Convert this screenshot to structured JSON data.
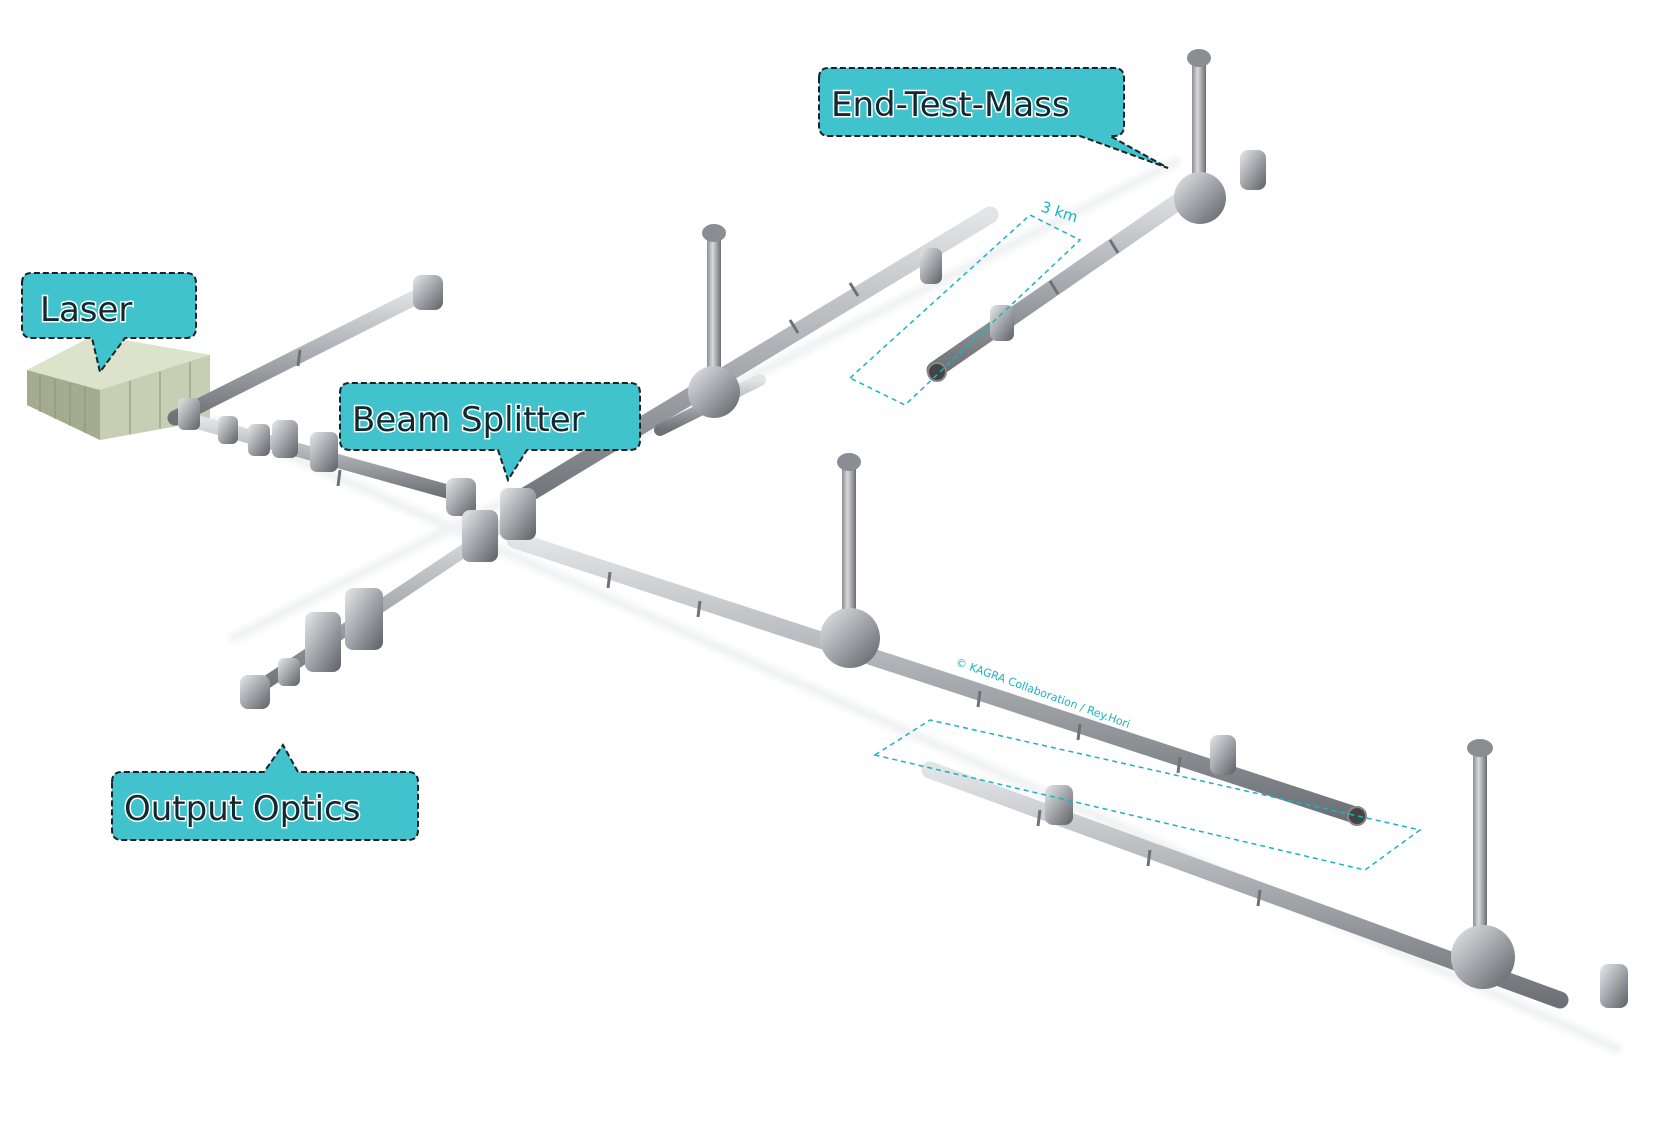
{
  "labels": {
    "laser": "Laser",
    "beam_splitter": "Beam Splitter",
    "end_test_mass": "End-Test-Mass",
    "output_optics": "Output Optics"
  },
  "annotations": {
    "distance": "3 km",
    "credit": "© KAGRA Collaboration / Rey.Hori"
  },
  "colors": {
    "callout_fill": "#40c3cc",
    "annotation": "#19b3c4",
    "pipe": "#a9adb1"
  }
}
